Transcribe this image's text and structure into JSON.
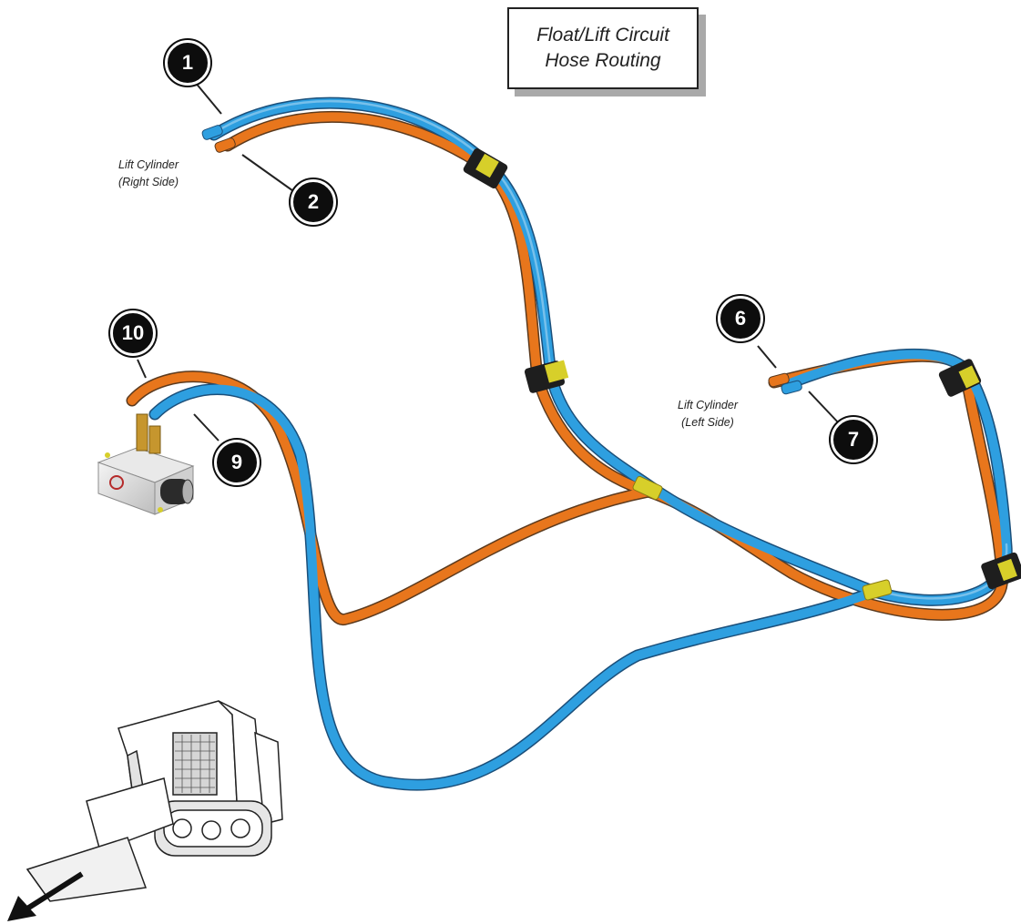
{
  "title": {
    "line1": "Float/Lift Circuit",
    "line2": "Hose Routing"
  },
  "labels": {
    "right_cylinder": {
      "line1": "Lift Cylinder",
      "line2": "(Right Side)"
    },
    "left_cylinder": {
      "line1": "Lift Cylinder",
      "line2": "(Left Side)"
    }
  },
  "callouts": {
    "c1": "1",
    "c2": "2",
    "c6": "6",
    "c7": "7",
    "c9": "9",
    "c10": "10"
  },
  "colors": {
    "hose_blue": "#2e9fe0",
    "hose_orange": "#e8761c",
    "fitting_yellow": "#d7cf2a",
    "fitting_brass": "#c6962e"
  },
  "icons": [
    "skid-steer-loader-icon",
    "forward-direction-arrow-icon",
    "valve-block-icon",
    "hose-clamp-icon",
    "tee-fitting-icon"
  ]
}
